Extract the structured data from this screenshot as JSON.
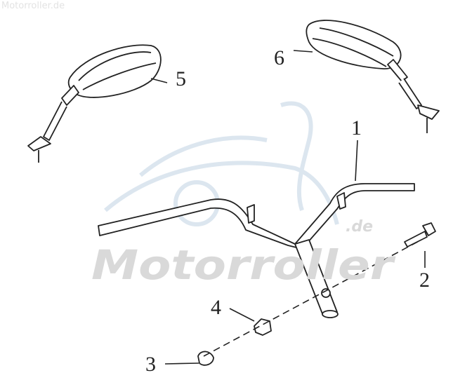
{
  "watermark": {
    "corner_text": "Motorroller.de",
    "center_text": "Motorroller",
    "center_suffix": ".de",
    "color": "#c9d8e8"
  },
  "callouts": [
    {
      "number": "1",
      "part": "handlebar"
    },
    {
      "number": "2",
      "part": "bolt"
    },
    {
      "number": "3",
      "part": "nut"
    },
    {
      "number": "4",
      "part": "nut"
    },
    {
      "number": "5",
      "part": "left-mirror"
    },
    {
      "number": "6",
      "part": "right-mirror"
    }
  ]
}
